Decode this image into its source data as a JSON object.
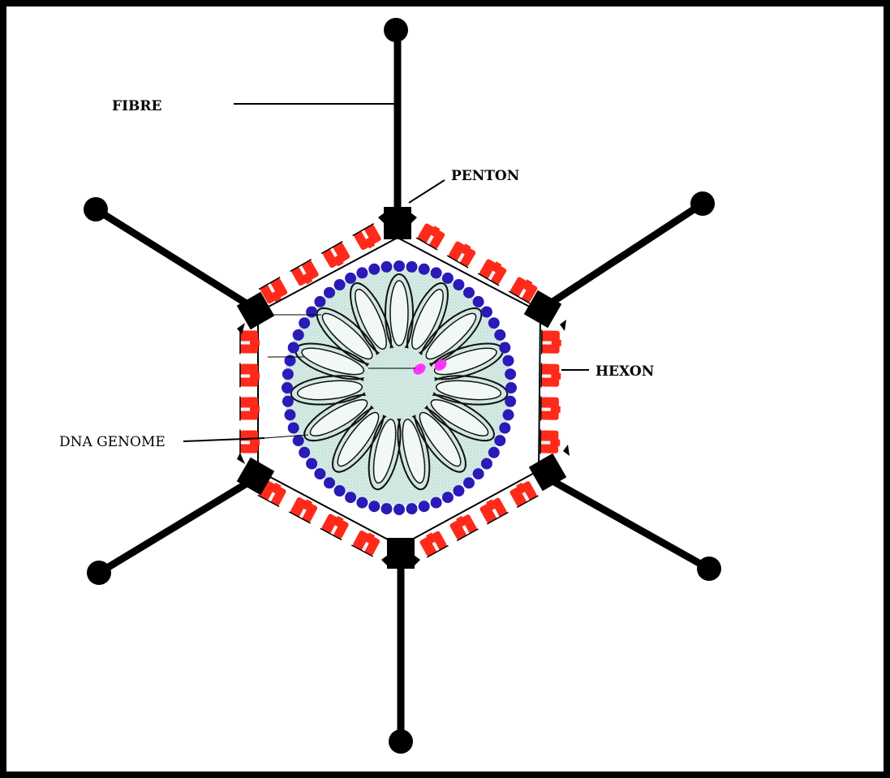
{
  "labels": {
    "fibre": "FIBRE",
    "penton": "PENTON",
    "hexon": "HEXON",
    "dna_genome": "DNA GENOME"
  },
  "colors": {
    "frame": "#000000",
    "fibre": "#000000",
    "hexon": "#ff2a1a",
    "core_protein": "#2a1ab8",
    "core_fill": "#d6ece6",
    "terminal_protein": "#ff33ff"
  }
}
